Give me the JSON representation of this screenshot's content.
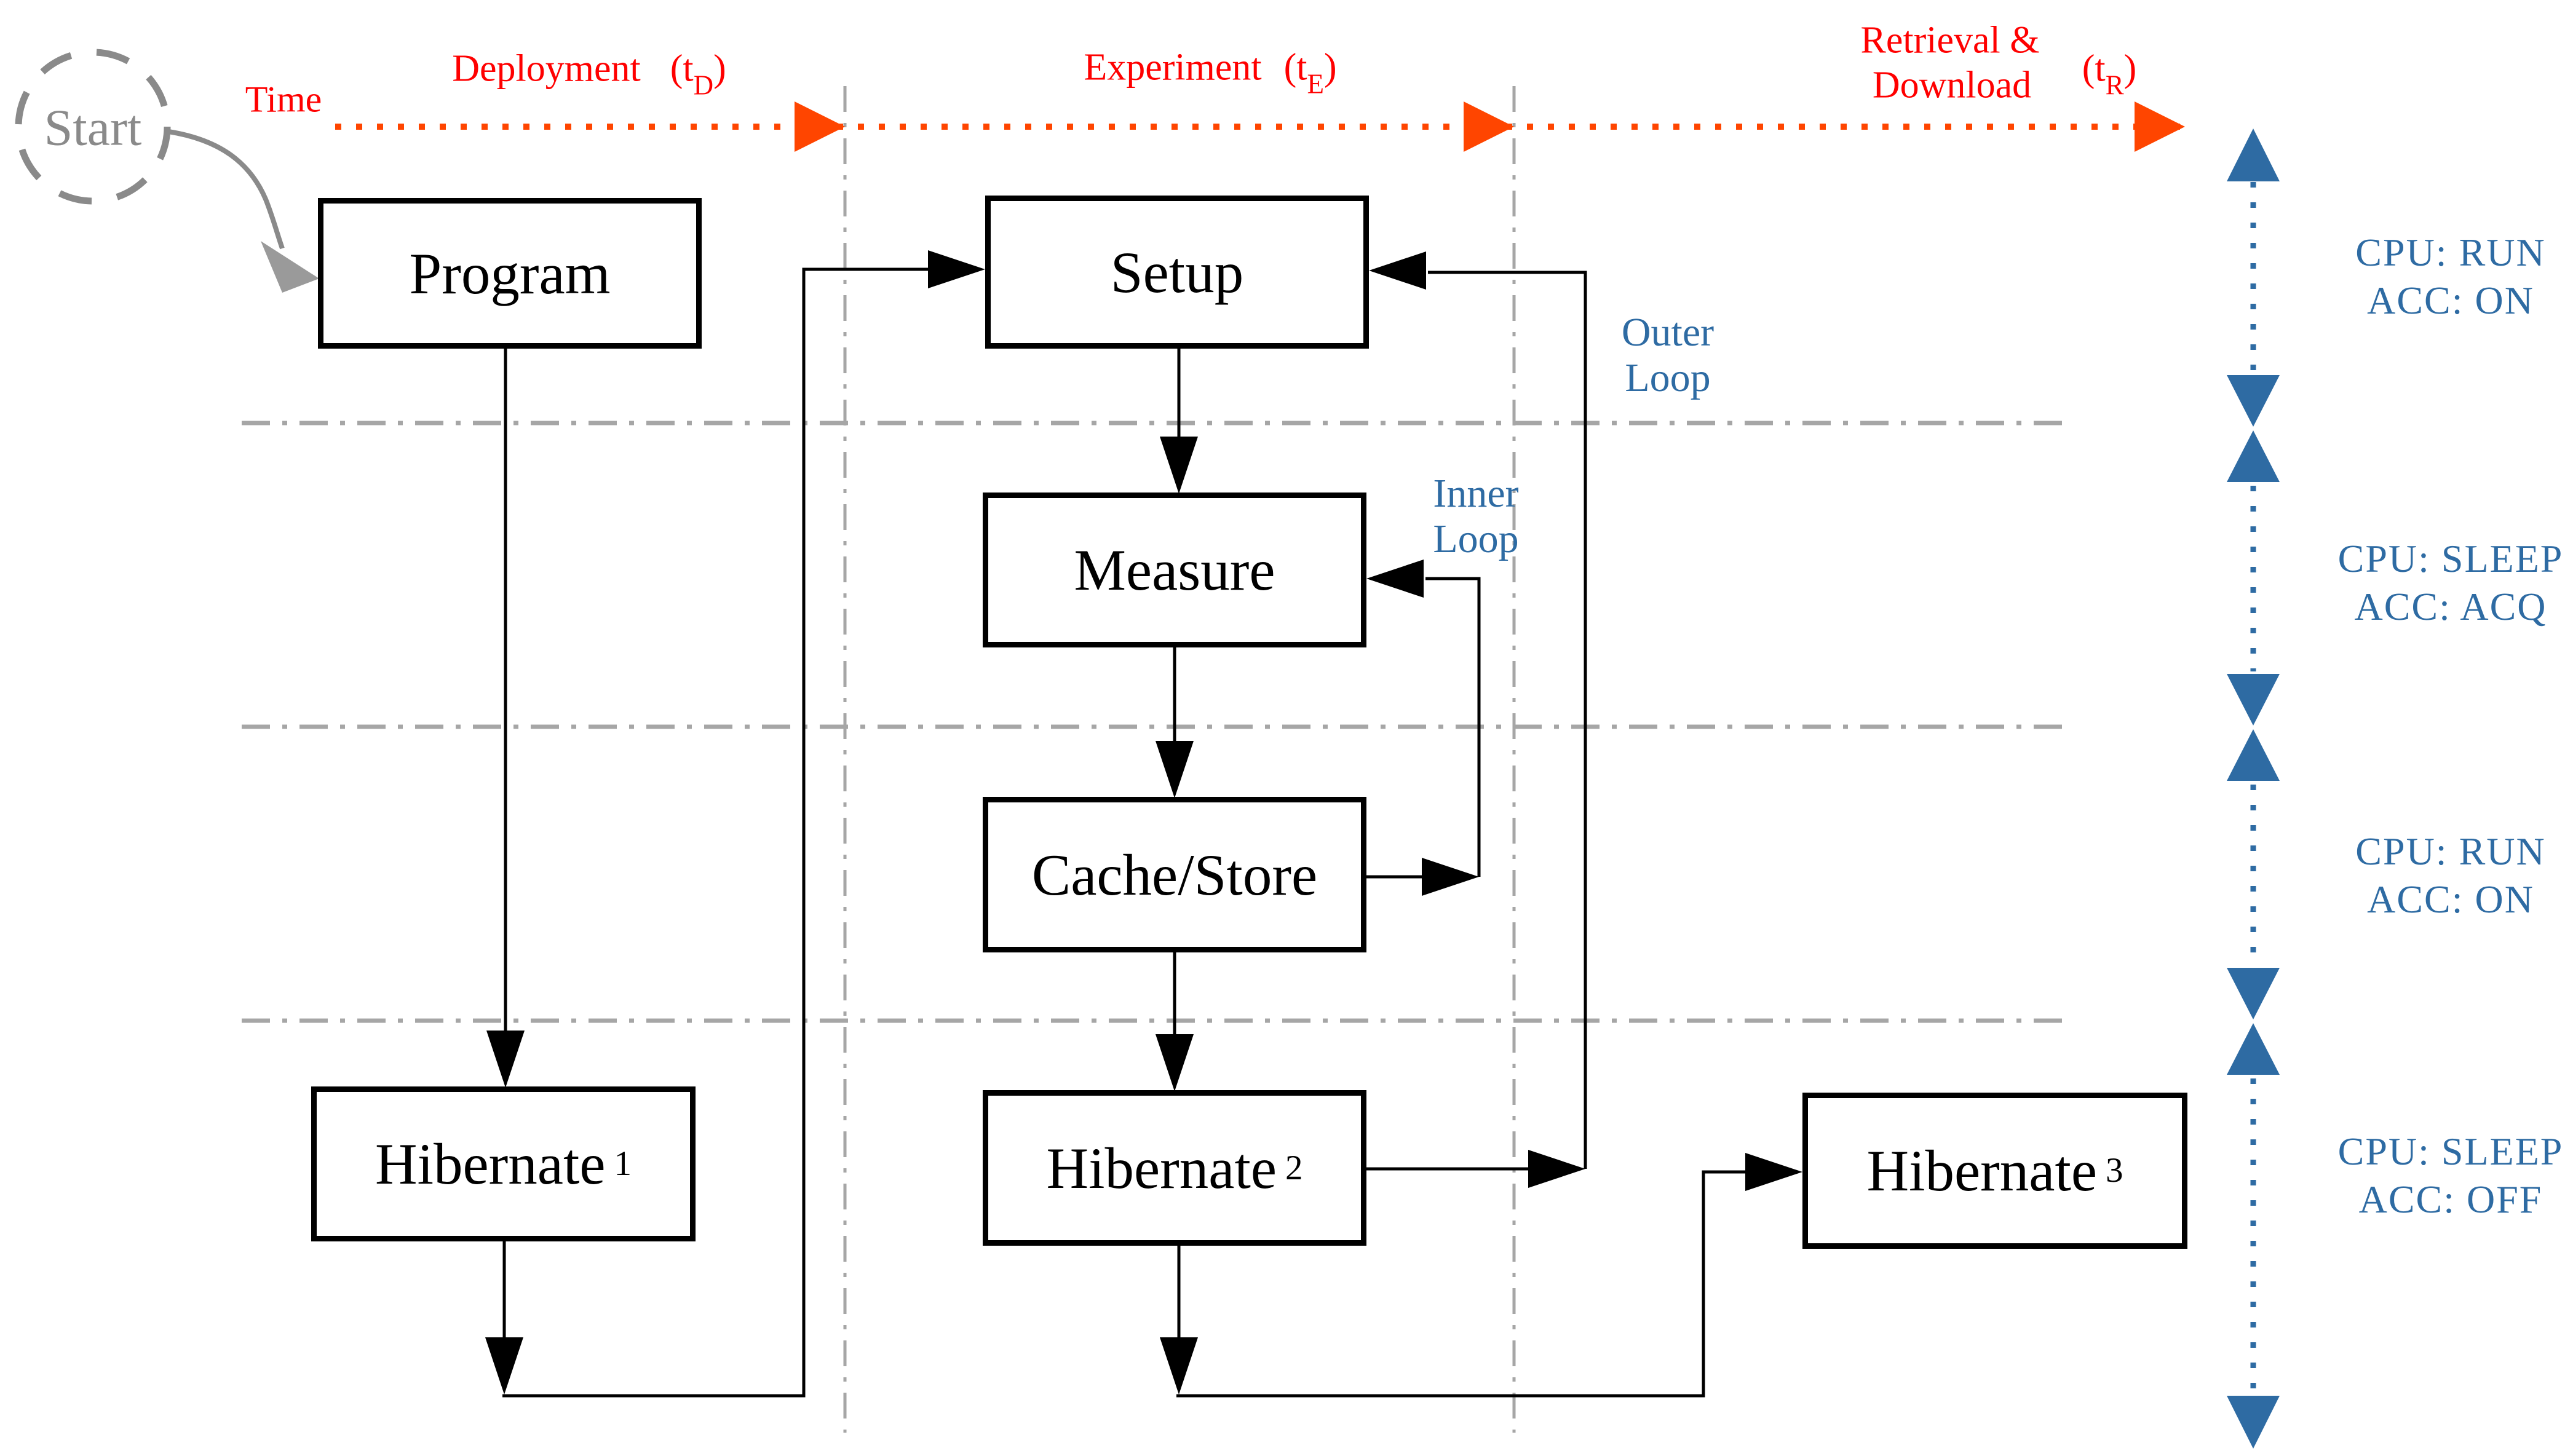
{
  "colors": {
    "red_text": "#FF0000",
    "timeline_orange": "#FF4500",
    "state_blue": "#2E6BA3",
    "start_gray": "#8A8A8A",
    "guide_gray": "#A6A6A6",
    "flow_black": "#000000"
  },
  "start": {
    "label": "Start"
  },
  "timeline": {
    "time_label": "Time",
    "deployment": {
      "word": "Deployment",
      "open": "(t",
      "sub": "D",
      "close": ")"
    },
    "experiment": {
      "word": "Experiment",
      "open": "(t",
      "sub": "E",
      "close": ")"
    },
    "retrieval": {
      "line1": "Retrieval &",
      "line2": "Download",
      "open": "(t",
      "sub": "R",
      "close": ")"
    }
  },
  "nodes": {
    "program": {
      "label": "Program"
    },
    "setup": {
      "label": "Setup"
    },
    "measure": {
      "label": "Measure"
    },
    "cache": {
      "label": "Cache/Store"
    },
    "hibernate1": {
      "prefix": "Hibernate",
      "sub": "1"
    },
    "hibernate2": {
      "prefix": "Hibernate",
      "sub": "2"
    },
    "hibernate3": {
      "prefix": "Hibernate",
      "sub": "3"
    }
  },
  "loops": {
    "outer": {
      "line1": "Outer",
      "line2": "Loop"
    },
    "inner": {
      "line1": "Inner",
      "line2": "Loop"
    }
  },
  "states": [
    {
      "line1": "CPU: RUN",
      "line2": "ACC: ON"
    },
    {
      "line1": "CPU: SLEEP",
      "line2": "ACC: ACQ"
    },
    {
      "line1": "CPU: RUN",
      "line2": "ACC: ON"
    },
    {
      "line1": "CPU: SLEEP",
      "line2": "ACC: OFF"
    }
  ]
}
